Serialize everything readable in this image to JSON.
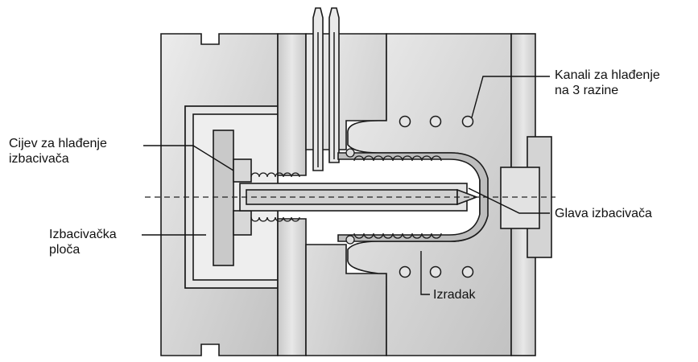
{
  "diagram": {
    "labels": {
      "cooling_channels": [
        "Kanali za hlađenje",
        "na 3 razine"
      ],
      "ejector_cooling_pipe": [
        "Cijev za hlađenje",
        "izbacivača"
      ],
      "ejector_plate": [
        "Izbacivačka",
        "ploča"
      ],
      "ejector_head": [
        "Glava izbacivača"
      ],
      "part": [
        "Izradak"
      ]
    },
    "colors": {
      "mold_fill": "#dcdcdc",
      "mold_shade": "#c4c4c4",
      "part_fill": "#bfbfbf",
      "outline": "#1a1a1a",
      "background": "#ffffff"
    }
  }
}
